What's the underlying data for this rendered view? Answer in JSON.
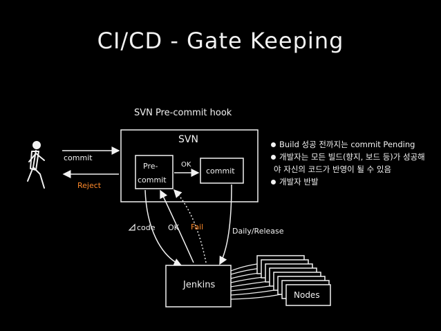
{
  "title": "CI/CD - Gate Keeping",
  "hook_label": "SVN Pre-commit hook",
  "svn_label": "SVN",
  "precommit_label_1": "Pre-",
  "precommit_label_2": "commit",
  "ok_inner": "OK",
  "commit_inner": "commit",
  "commit_arrow": "commit",
  "reject_arrow": "Reject",
  "code_label": "code",
  "ok_label": "OK",
  "fail_label": "Fail",
  "daily_label": "Daily/Release",
  "jenkins_label": "Jenkins",
  "nodes_label": "Nodes",
  "bullets": [
    "Build 성공 전까지는 commit Pending",
    "개발자는 모든 빌드(향지, 보드 등)가 성공해",
    "야 자신의 코드가 반영이 될 수 있음",
    "개발자 반발"
  ],
  "colors": {
    "background": "#000000",
    "line": "#f2f2f2",
    "fail": "#ff8a2a"
  }
}
